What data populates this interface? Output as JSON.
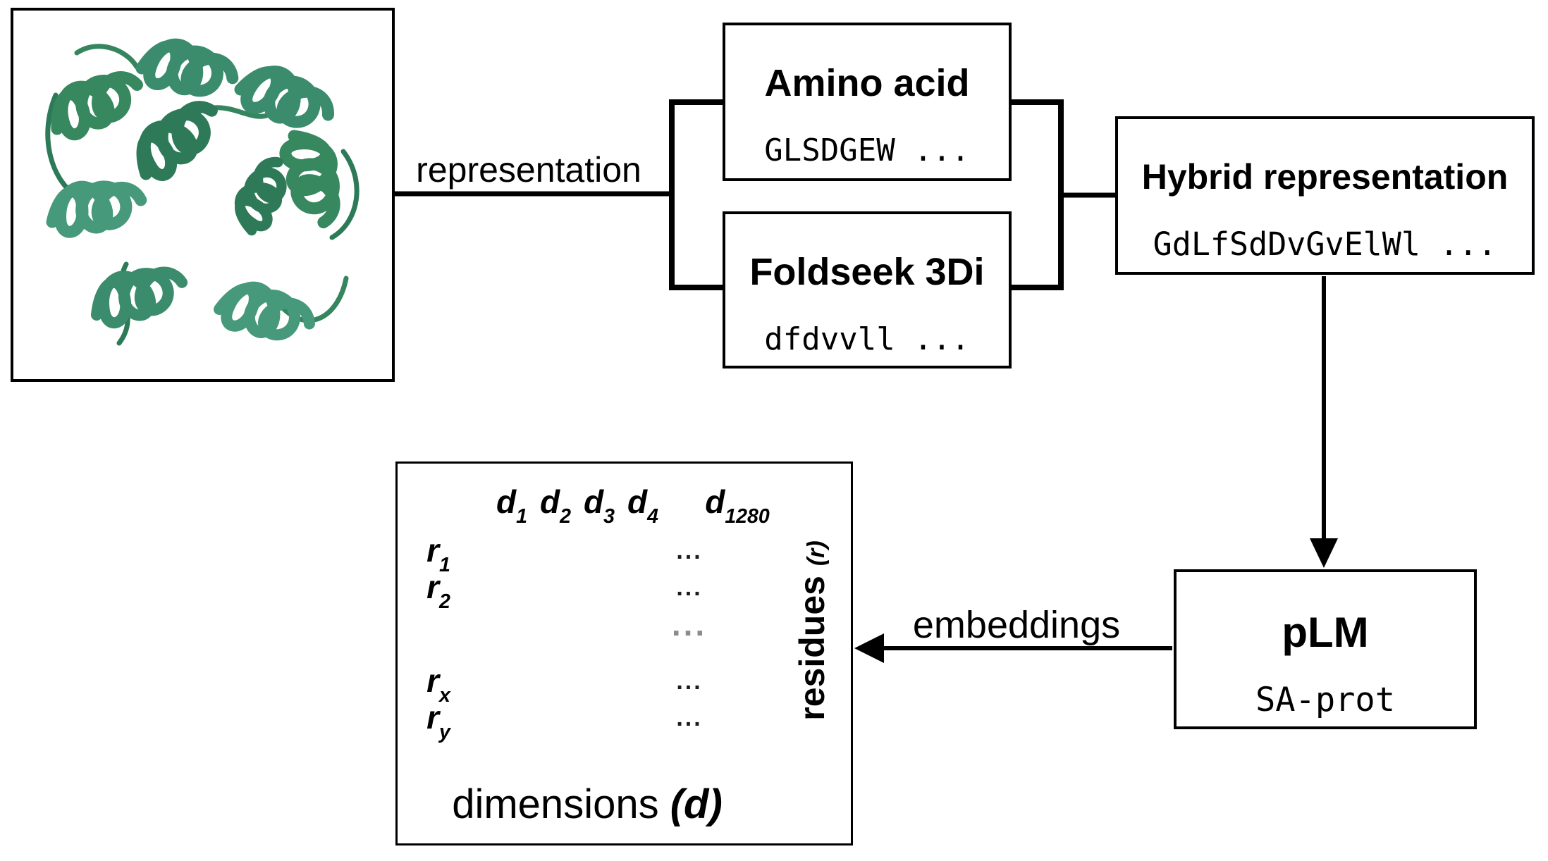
{
  "connectors": {
    "representation_label": "representation",
    "embeddings_label": "embeddings"
  },
  "boxes": {
    "amino_acid": {
      "title": "Amino acid",
      "sequence": "GLSDGEW ..."
    },
    "foldseek": {
      "title": "Foldseek 3Di",
      "sequence": "dfdvvll ..."
    },
    "hybrid": {
      "title": "Hybrid representation",
      "sequence": "GdLfSdDvGvElWl ..."
    },
    "plm": {
      "title": "pLM",
      "sequence": "SA-prot"
    }
  },
  "matrix": {
    "col_labels": [
      {
        "base": "d",
        "sub": "1"
      },
      {
        "base": "d",
        "sub": "2"
      },
      {
        "base": "d",
        "sub": "3"
      },
      {
        "base": "d",
        "sub": "4"
      },
      {
        "base": "d",
        "sub": "1280"
      }
    ],
    "row_labels": [
      {
        "base": "r",
        "sub": "1"
      },
      {
        "base": "r",
        "sub": "2"
      },
      {
        "base": "r",
        "sub": "x"
      },
      {
        "base": "r",
        "sub": "y"
      }
    ],
    "row_ellipsis": "...",
    "center_ellipsis": "...",
    "x_axis_label": "dimensions",
    "x_axis_symbol": "(d)",
    "y_axis_label": "residues",
    "y_axis_symbol": "(r)"
  },
  "colors": {
    "ink": "#000000",
    "ribbon_green": "#3a8c6c",
    "ellipsis_gray": "#8c8c8c"
  }
}
